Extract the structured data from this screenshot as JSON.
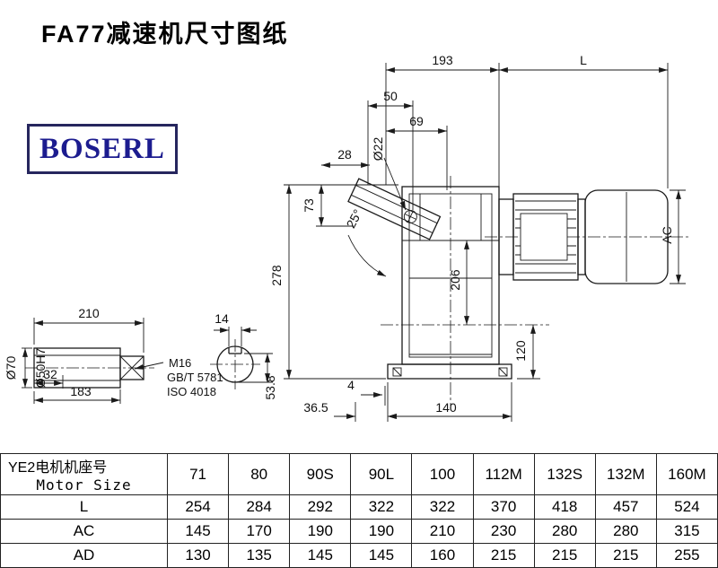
{
  "page": {
    "title": "FA77减速机尺寸图纸",
    "brand": "BOSERL"
  },
  "drawing": {
    "labels": {
      "dim_193": "193",
      "dim_L": "L",
      "dim_50": "50",
      "dim_69": "69",
      "dim_o22": "Ø22",
      "dim_28": "28",
      "dim_73": "73",
      "dim_25deg": "25°",
      "dim_278": "278",
      "dim_206": "206",
      "dim_AC": "AC",
      "dim_120": "120",
      "dim_4": "4",
      "dim_36_5": "36.5",
      "dim_140": "140",
      "dim_210": "210",
      "dim_14": "14",
      "dim_o70": "Ø70",
      "dim_o50h7": "Ø50H7",
      "dim_32": "32",
      "dim_183": "183",
      "dim_53_8": "53.8",
      "callout_m16": "M16",
      "callout_gbt": "GB/T 5781",
      "callout_iso": "ISO 4018"
    }
  },
  "table": {
    "row_header": {
      "line1": "YE2电机机座号",
      "line2": "Motor Size"
    },
    "columns": [
      "71",
      "80",
      "90S",
      "90L",
      "100",
      "112M",
      "132S",
      "132M",
      "160M"
    ],
    "rows": [
      {
        "label": "L",
        "values": [
          "254",
          "284",
          "292",
          "322",
          "322",
          "370",
          "418",
          "457",
          "524"
        ]
      },
      {
        "label": "AC",
        "values": [
          "145",
          "170",
          "190",
          "190",
          "210",
          "230",
          "280",
          "280",
          "315"
        ]
      },
      {
        "label": "AD",
        "values": [
          "130",
          "135",
          "145",
          "145",
          "160",
          "215",
          "215",
          "215",
          "255"
        ]
      }
    ]
  }
}
